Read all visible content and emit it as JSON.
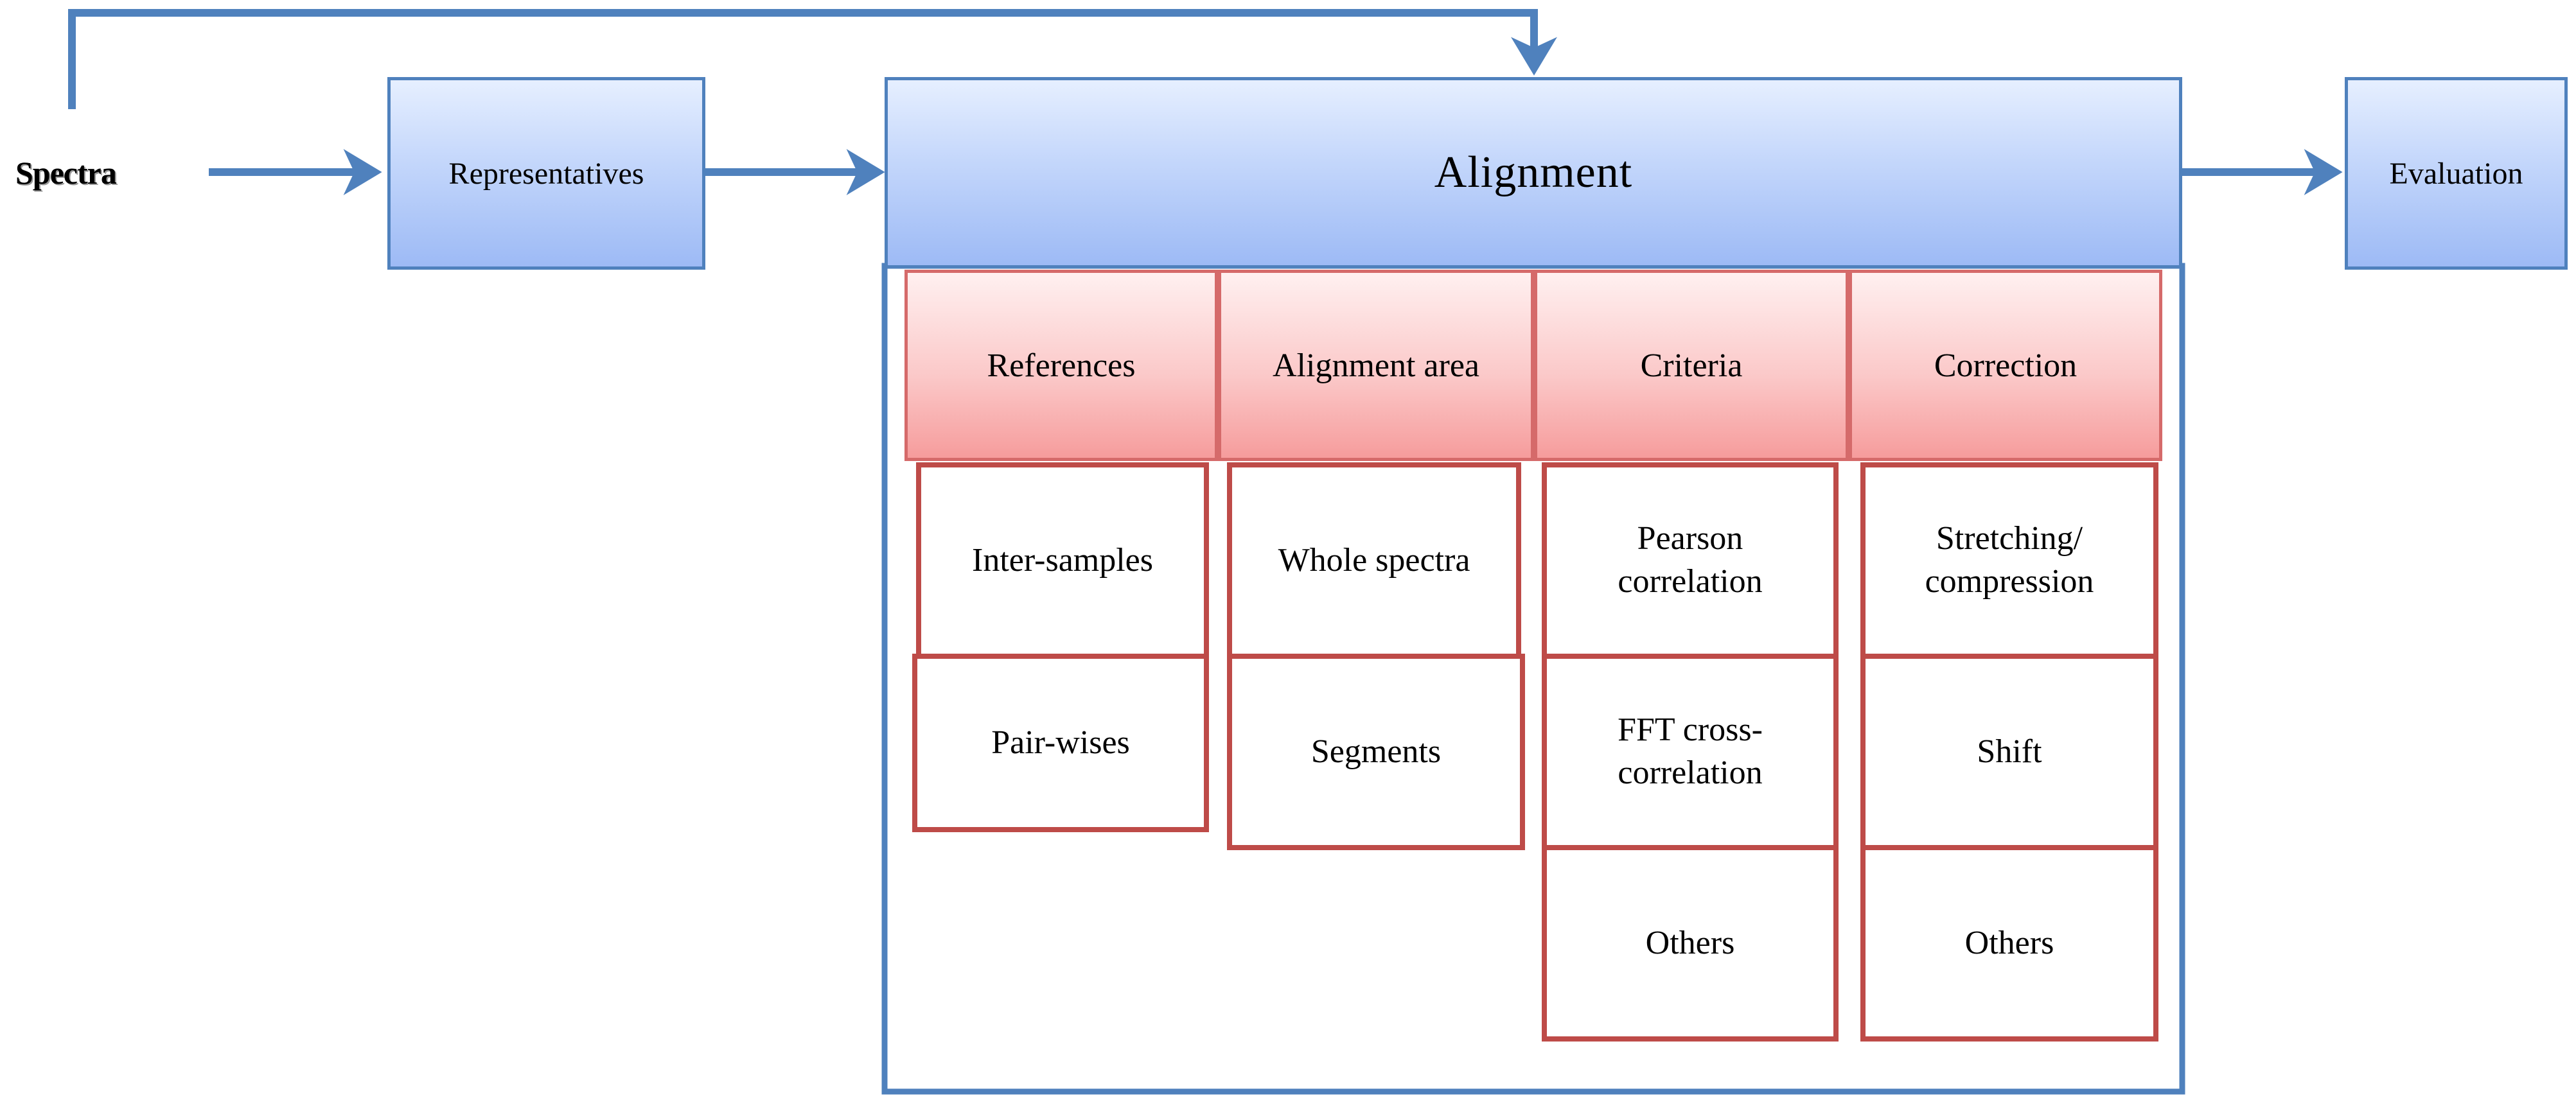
{
  "input": {
    "label": "Spectra"
  },
  "representatives": {
    "label": "Representatives"
  },
  "alignment": {
    "label": "Alignment"
  },
  "evaluation": {
    "label": "Evaluation"
  },
  "categories": [
    {
      "label": "References",
      "options": [
        "Inter-samples",
        "Pair-wises"
      ]
    },
    {
      "label": "Alignment area",
      "options": [
        "Whole spectra",
        "Segments"
      ]
    },
    {
      "label": "Criteria",
      "options": [
        "Pearson correlation",
        "FFT cross-correlation",
        "Others"
      ]
    },
    {
      "label": "Correction",
      "options": [
        "Stretching/ compression",
        "Shift",
        "Others"
      ]
    }
  ],
  "colors": {
    "connector": "#4f81bd",
    "box_blue": "#c3d6fb",
    "box_pink": "#fbc9c9",
    "cell_border": "#be4b48"
  }
}
